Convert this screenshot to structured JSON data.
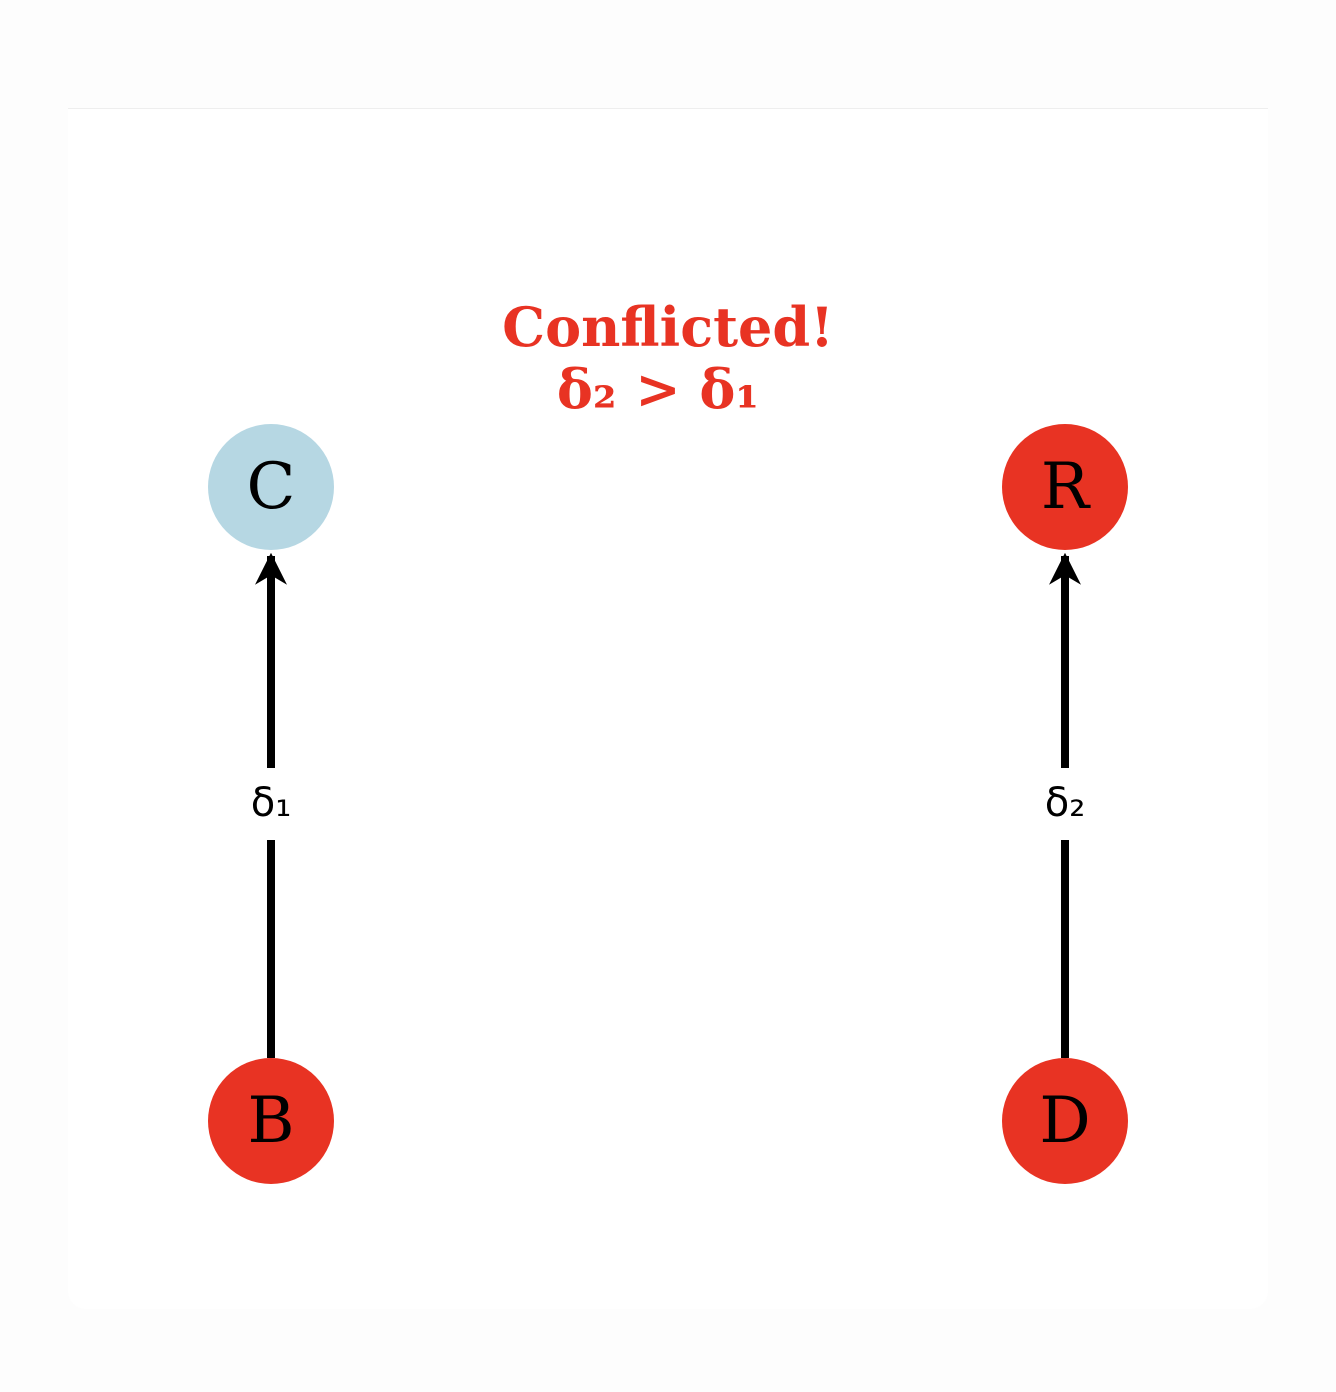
{
  "title": {
    "line1": "Conflicted!",
    "line2": "δ₂ > δ₁"
  },
  "colors": {
    "alert": "#e83323",
    "neutral": "#b6d7e3",
    "edge": "#000000",
    "text": "#000000"
  },
  "nodes": [
    {
      "id": "C",
      "label": "C",
      "color": "#b6d7e3"
    },
    {
      "id": "R",
      "label": "R",
      "color": "#e83323"
    },
    {
      "id": "B",
      "label": "B",
      "color": "#e83323"
    },
    {
      "id": "D",
      "label": "D",
      "color": "#e83323"
    }
  ],
  "edges": [
    {
      "from": "B",
      "to": "C",
      "label": "δ₁"
    },
    {
      "from": "D",
      "to": "R",
      "label": "δ₂"
    }
  ]
}
